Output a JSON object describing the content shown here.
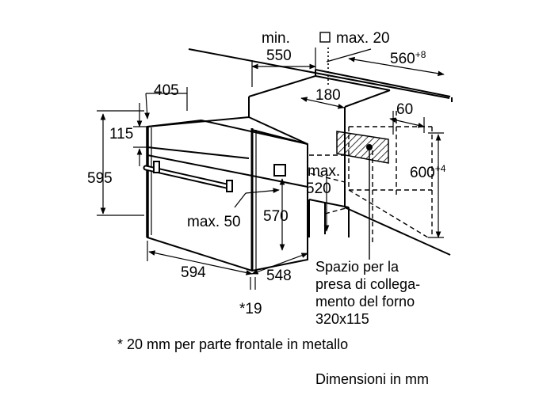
{
  "dimensions": {
    "min_label": "min.",
    "min_value": "550",
    "max_top": "max. 20",
    "depth_main": "560",
    "depth_main_tol": "+8",
    "d405": "405",
    "d180": "180",
    "d60": "60",
    "d115": "115",
    "d595": "595",
    "max_label": "max.",
    "max_520": "520",
    "height_600": "600",
    "height_600_tol": "+4",
    "max_50": "max. 50",
    "d570": "570",
    "d594": "594",
    "d548": "548",
    "d19": "*19"
  },
  "notes": {
    "socket_space": "Spazio per la\npresa di collega-\nmento del forno\n320x115",
    "front_metal": "* 20 mm per parte frontale in metallo",
    "units": "Dimensioni in mm"
  },
  "colors": {
    "line": "#000000",
    "background": "#ffffff"
  }
}
